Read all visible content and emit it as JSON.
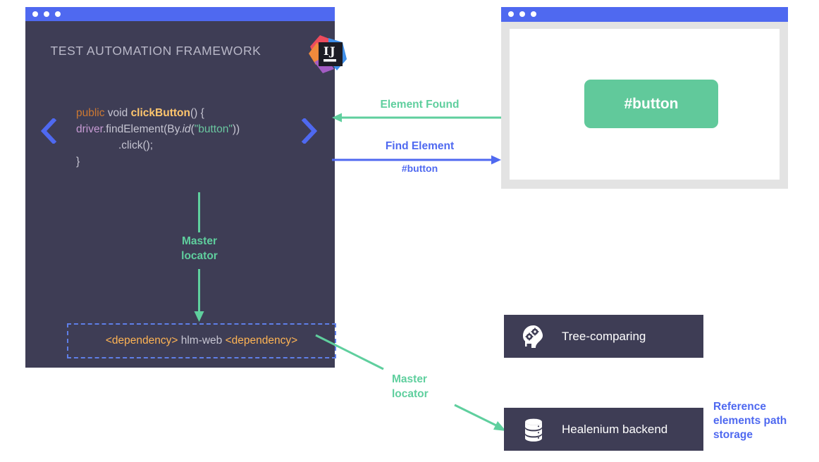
{
  "ide_window": {
    "title": "TEST AUTOMATION FRAMEWORK",
    "logo_name": "intellij-idea-logo",
    "logo_text": "IJ",
    "nav_prev_icon": "chevron-left-icon",
    "nav_next_icon": "chevron-right-icon",
    "code": {
      "line1_keyword": "public",
      "line1_type": " void ",
      "line1_method": "clickButton",
      "line1_tail": "() {",
      "line2_var": "driver",
      "line2_call": ".findElement(By.",
      "line2_italic": "id",
      "line2_paren": "(",
      "line2_string": "\"button\"",
      "line2_close": "))",
      "line3": ".click();",
      "line4": "}"
    },
    "master_locator_label": "Master\nlocator",
    "dependency": {
      "open_tag": "<dependency>",
      "artifact": " hlm-web ",
      "close_tag": "<dependency>"
    }
  },
  "browser_window": {
    "button_label": "#button"
  },
  "arrows": {
    "element_found": "Element Found",
    "find_element": "Find Element",
    "find_element_target": "#button",
    "master_locator": "Master\nlocator"
  },
  "cards": [
    {
      "label": "Tree-comparing",
      "icon": "head-with-gears-icon"
    },
    {
      "label": "Healenium backend",
      "icon": "database-icon"
    }
  ],
  "storage_note": "Reference elements path storage",
  "colors": {
    "accent_blue": "#4f69f0",
    "accent_green": "#5fcf9e",
    "panel_dark": "#3e3d55",
    "code_keyword": "#cc7832",
    "code_method": "#ffc66d",
    "code_variable": "#c69ad3",
    "code_string": "#6ac7a0",
    "dependency_tag": "#ffb454",
    "button_green": "#61c99b",
    "browser_frame": "#e3e3e3"
  }
}
